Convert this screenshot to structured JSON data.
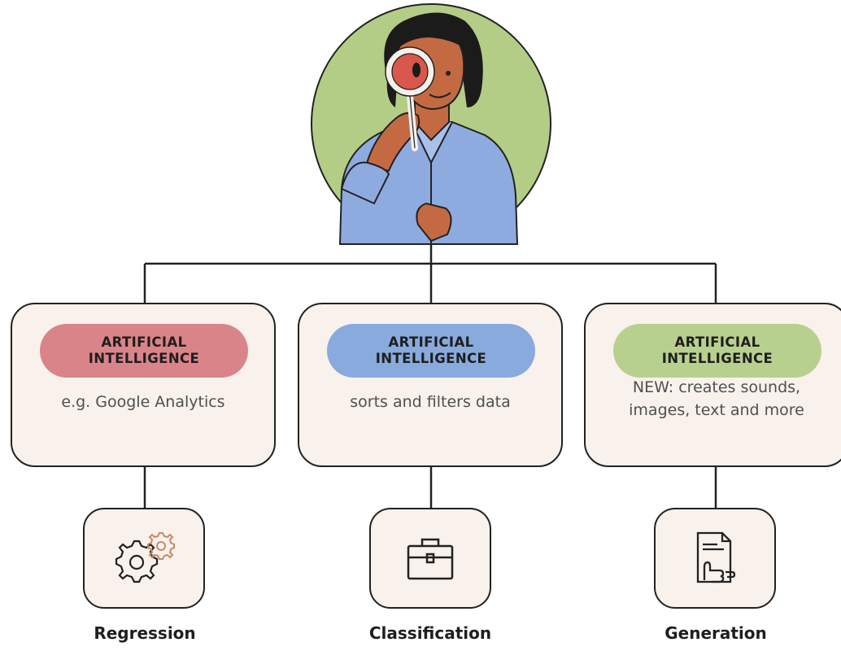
{
  "colors": {
    "pill_1": "#d98489",
    "pill_2": "#88aadc",
    "pill_3": "#b8d08e",
    "avatar_circle": "#b4cd86",
    "shirt": "#8eabdf",
    "skin": "#c46a42",
    "hair": "#1b1b1b"
  },
  "cards": [
    {
      "pill_label": "ARTIFICIAL\nINTELLIGENCE",
      "description": "e.g. Google Analytics",
      "icon": "gears-icon",
      "category": "Regression"
    },
    {
      "pill_label": "ARTIFICIAL\nINTELLIGENCE",
      "description": "sorts and filters data",
      "icon": "briefcase-icon",
      "category": "Classification"
    },
    {
      "pill_label": "ARTIFICIAL\nINTELLIGENCE",
      "description": "NEW: creates sounds,\nimages, text and more",
      "icon": "document-hand-icon",
      "category": "Generation"
    }
  ]
}
